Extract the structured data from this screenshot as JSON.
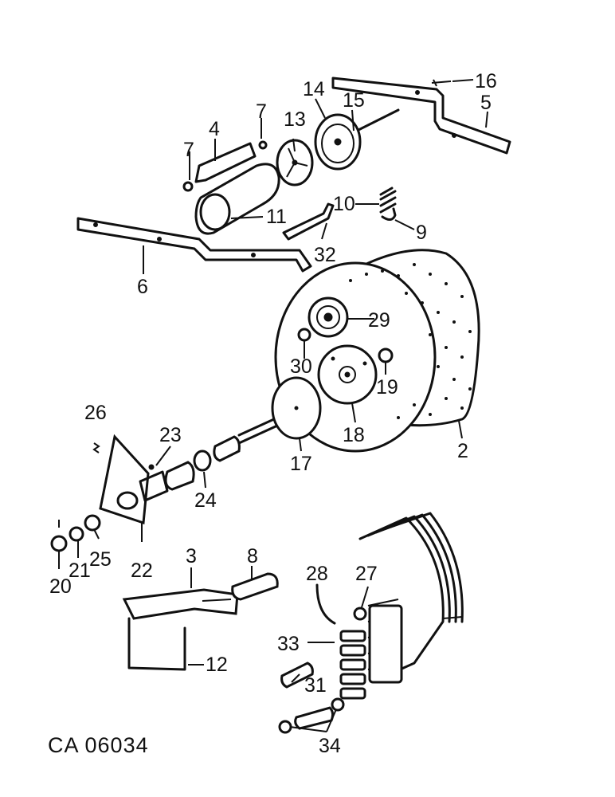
{
  "figure_id": "CA 06034",
  "callouts": {
    "c2": "2",
    "c3": "3",
    "c4": "4",
    "c5": "5",
    "c6": "6",
    "c7a": "7",
    "c7b": "7",
    "c8": "8",
    "c9": "9",
    "c10": "10",
    "c11": "11",
    "c12": "12",
    "c13": "13",
    "c14": "14",
    "c15": "15",
    "c16": "16",
    "c17": "17",
    "c18": "18",
    "c19": "19",
    "c20": "20",
    "c21": "21",
    "c22": "22",
    "c23": "23",
    "c24": "24",
    "c25": "25",
    "c26": "26",
    "c27": "27",
    "c28": "28",
    "c29": "29",
    "c30": "30",
    "c31": "31",
    "c32": "32",
    "c33": "33",
    "c34": "34"
  }
}
